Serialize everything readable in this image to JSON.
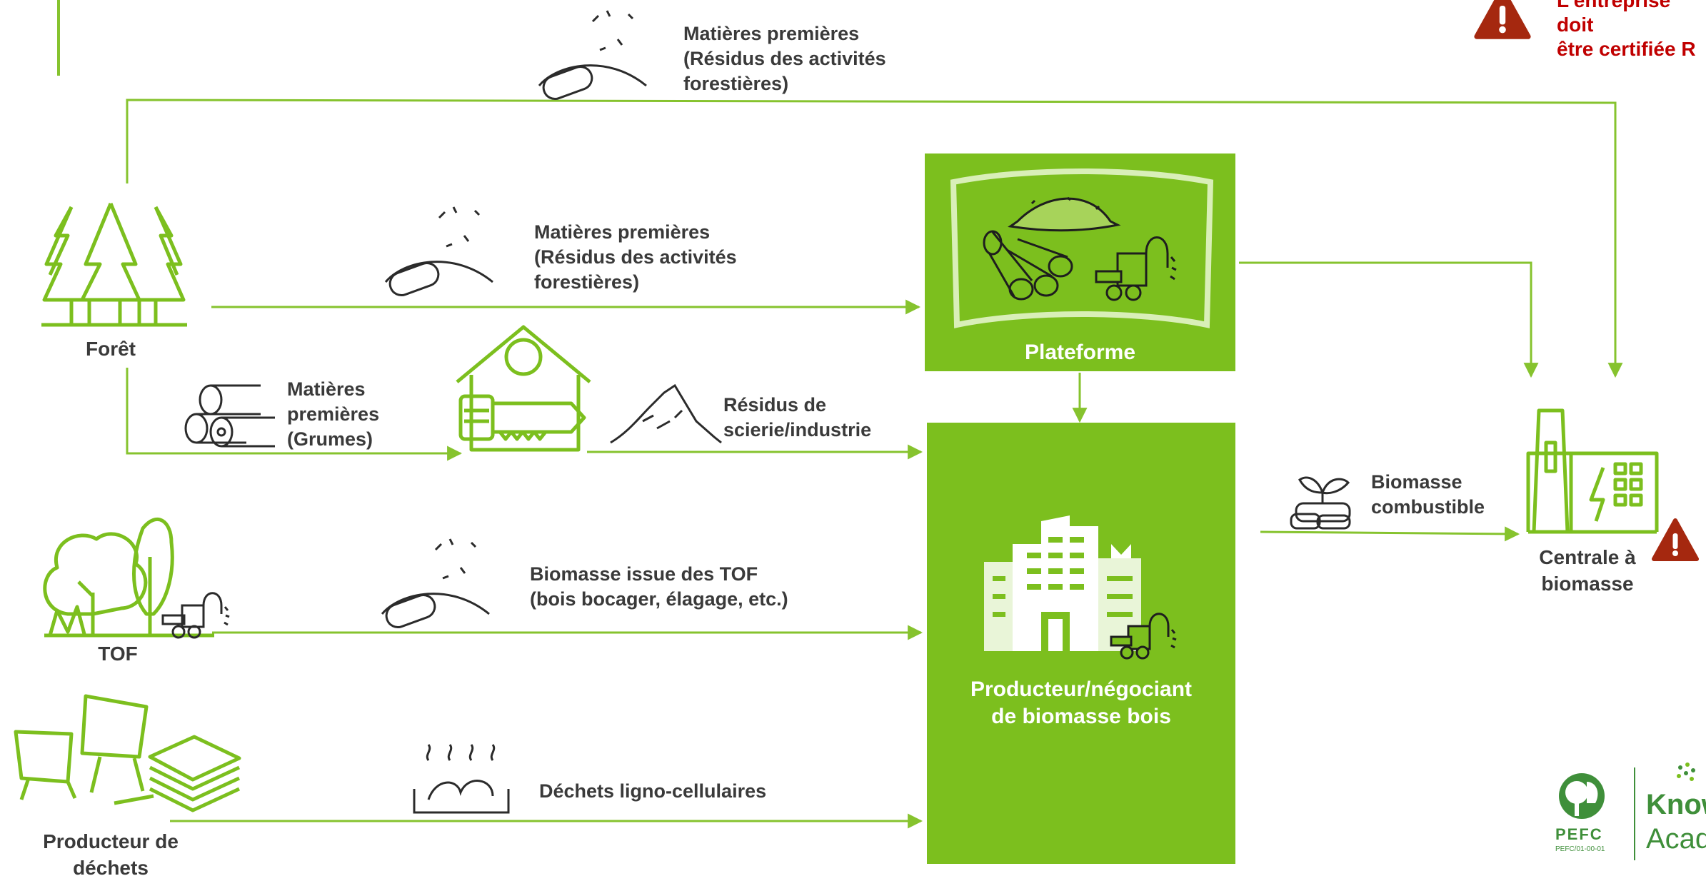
{
  "nodes": {
    "foret": "Forêt",
    "tof": "TOF",
    "producteur_dechets": "Producteur de\ndéchets",
    "plateforme": "Plateforme",
    "producteur_negociant": "Producteur/négociant\nde biomasse bois",
    "centrale": "Centrale à\nbiomasse"
  },
  "flows": {
    "top_raw_materials": "Matières premières\n(Résidus des activités\nforestières)",
    "mid_raw_materials": "Matières premières\n(Résidus des activités\nforestières)",
    "grumes": "Matières\npremières\n(Grumes)",
    "sawmill_residues": "Résidus de\nscierie/industrie",
    "tof_biomass": "Biomasse issue des TOF\n(bois bocager, élagage, etc.)",
    "ligno_waste": "Déchets ligno-cellulaires",
    "biomass_fuel": "Biomasse\ncombustible"
  },
  "warning_note": "L'entreprise doit\nêtre certifiée R",
  "logos": {
    "pefc_mark": "PEFC",
    "pefc_code": "PEFC/01-00-01",
    "knowledge": "Know",
    "academy": "Acad"
  },
  "colors": {
    "green": "#7cbf1e",
    "line_green": "#86c32e",
    "warning": "#a5280f",
    "warning_text": "#c00000",
    "label_text": "#3a3a3a"
  }
}
